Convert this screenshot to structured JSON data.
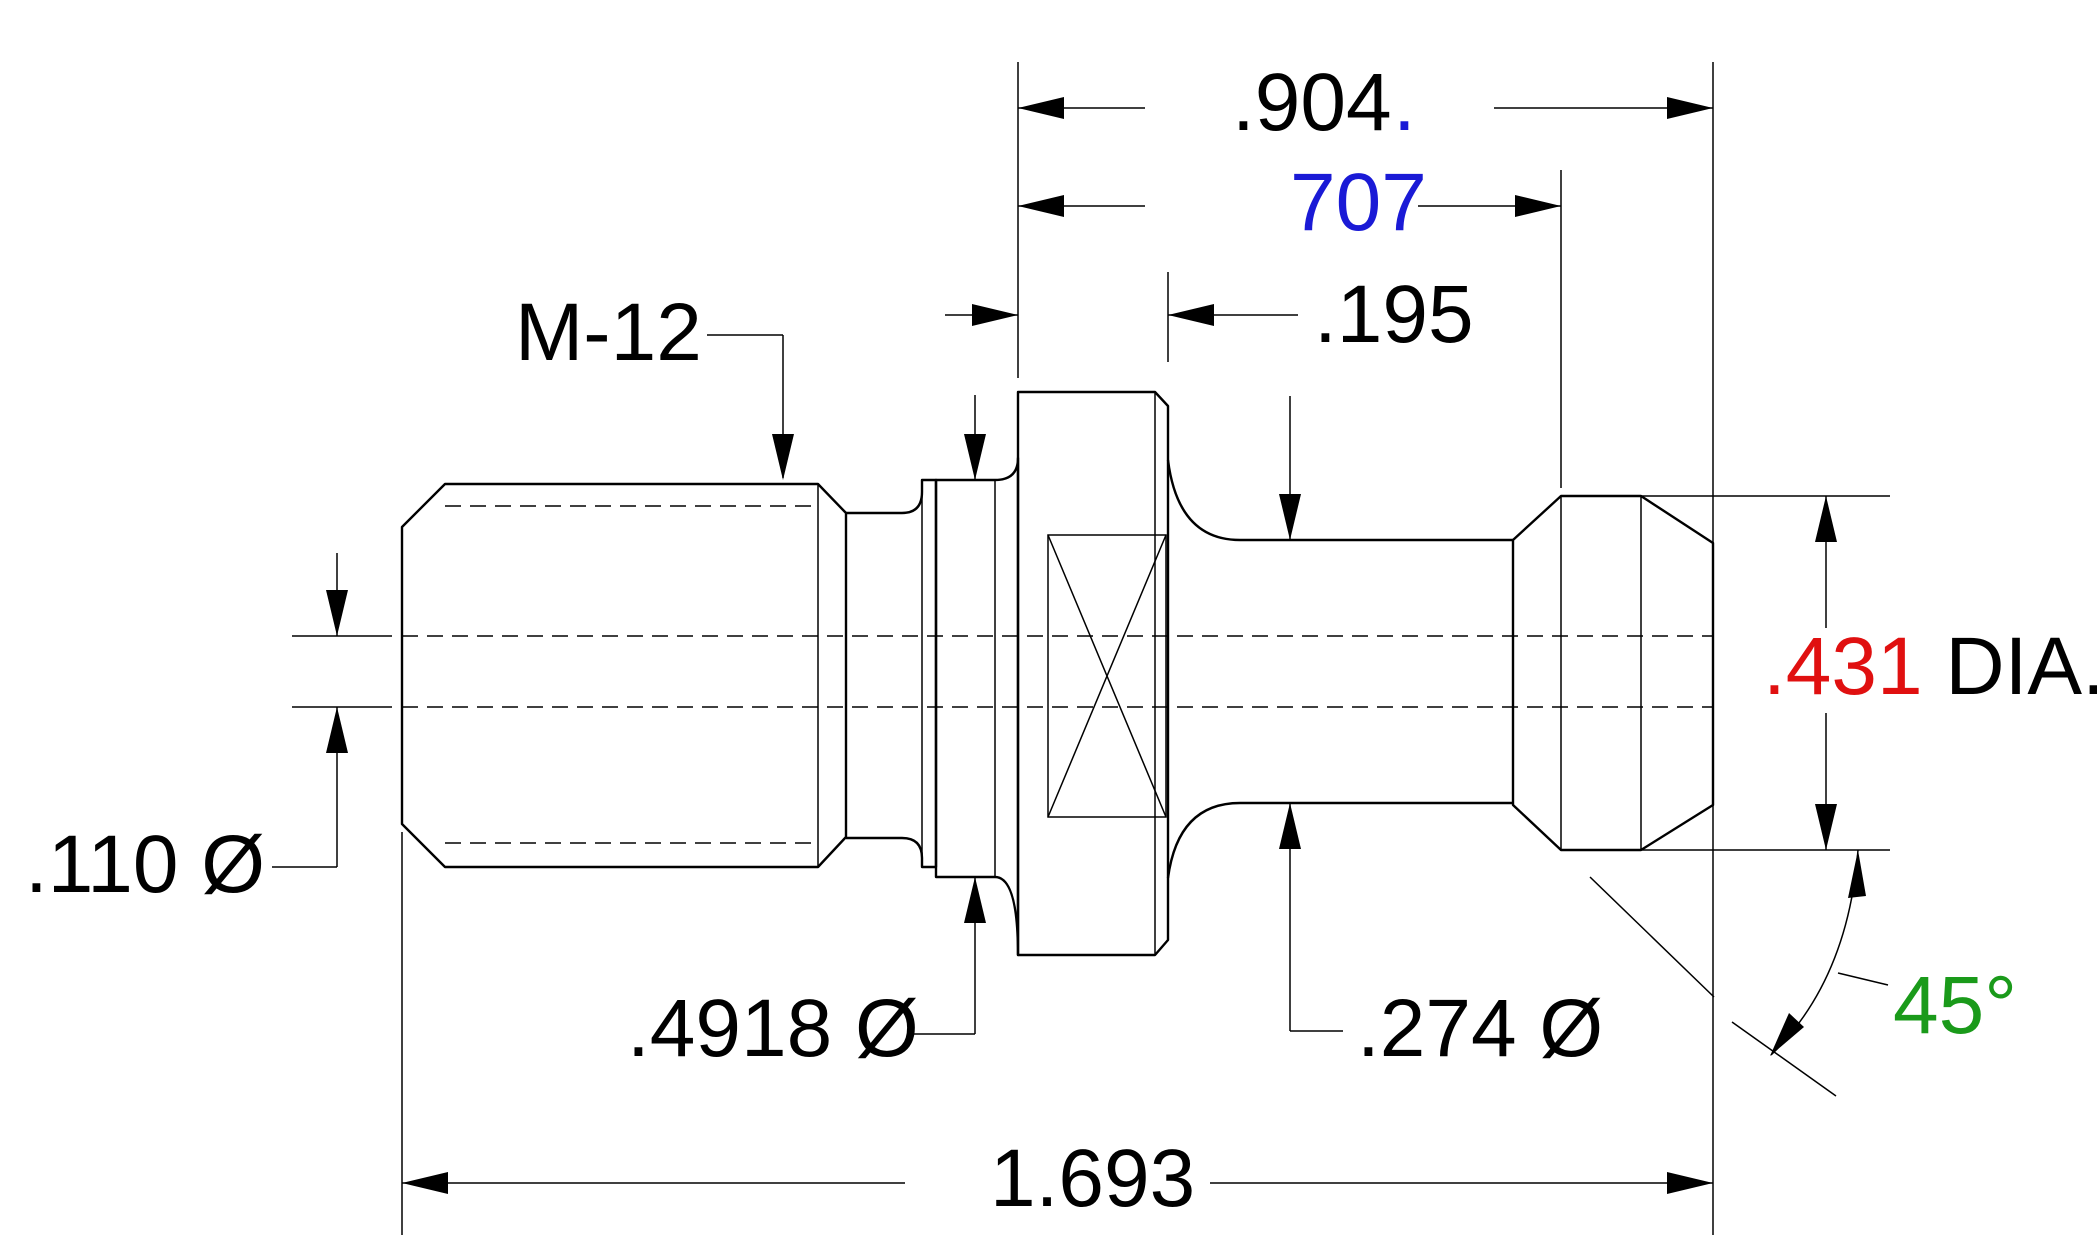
{
  "colors": {
    "ink": "#000000",
    "blue_annotation": "#1a1ad6",
    "red_annotation": "#e01010",
    "green_annotation": "#1a9a1a"
  },
  "dimensions": {
    "overall_length": "1.693",
    "flange_to_end": ".904",
    "dot_suffix": ".",
    "flange_to_neck_end": "707",
    "flange_thickness": ".195",
    "thread": "M-12",
    "bore_diameter": ".110 Ø",
    "relief_diameter": ".4918 Ø",
    "neck_diameter": ".274 Ø",
    "head_diameter_value": ".431",
    "head_diameter_suffix": " DIA.",
    "chamfer_angle": "45°"
  }
}
